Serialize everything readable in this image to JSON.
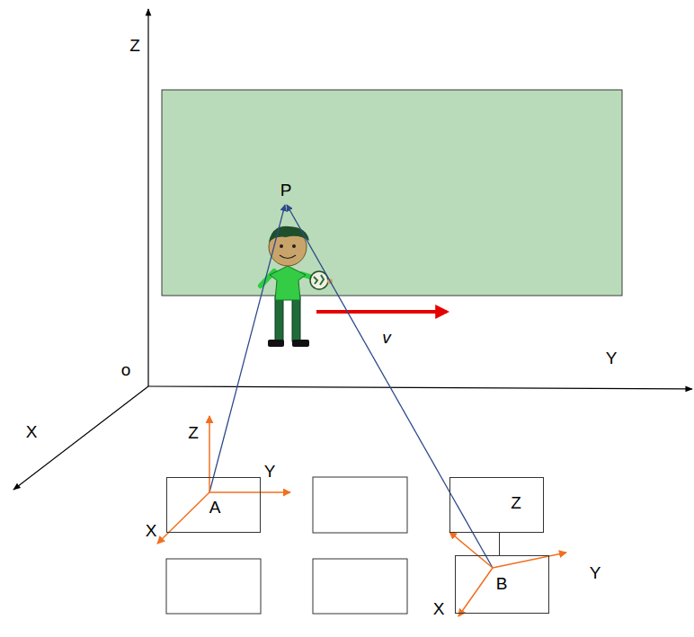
{
  "diagram": {
    "nodes": [
      {
        "text": [
          "A"
        ]
      },
      {
        "text": [
          "Z"
        ]
      },
      {
        "text": [
          "B"
        ]
      }
    ],
    "edges": [
      {
        "from": 1,
        "to": 2,
        "arrow": "none"
      }
    ],
    "labels": [
      "Z",
      "P",
      "v",
      "Y",
      "o",
      "X",
      "Z",
      "Y",
      "X",
      "Y",
      "X"
    ]
  }
}
